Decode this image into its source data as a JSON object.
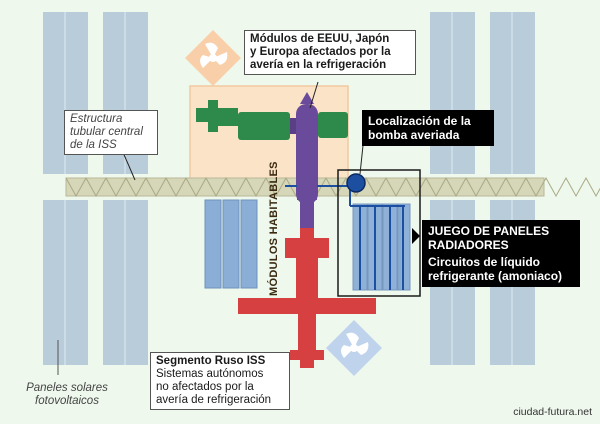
{
  "labels": {
    "modules_affected": [
      "Módulos de EEUU, Japón",
      "y Europa afectados por la",
      "avería en la refrigeración"
    ],
    "central_truss": [
      "Estructura",
      "tubular central",
      "de la ISS"
    ],
    "pump_location": [
      "Localización de la",
      "bomba averiada"
    ],
    "radiator_title": [
      "JUEGO DE PANELES",
      "RADIADORES"
    ],
    "radiator_sub": [
      "Circuitos de líquido",
      "refrigerante (amoniaco)"
    ],
    "habitable_modules": "MÓDULOS HABITABLES",
    "russian_title": "Segmento Ruso ISS",
    "russian_sub": [
      "Sistemas autónomos",
      "no afectados por la",
      "avería de refrigeración"
    ],
    "solar_panels": [
      "Paneles solares",
      "fotovoltaicos"
    ]
  },
  "credit": "ciudad-futura.net",
  "colors": {
    "background": "#eef8ec",
    "solar_panel": "#b9ccd9",
    "affected_zone": "#fbe3c8",
    "cooler_icon": "#f9cfa9",
    "cooler_icon_ok": "#bfd4ec",
    "russian_segment": "#d74040",
    "us_module": "#6a4a9a",
    "jp_module": "#2d8a4a",
    "radiator": "#8aaed6",
    "coolant_line": "#1c4fa0",
    "truss": "#d6d6b8"
  },
  "icons": [
    "fan-icon-affected",
    "fan-icon-unaffected"
  ]
}
